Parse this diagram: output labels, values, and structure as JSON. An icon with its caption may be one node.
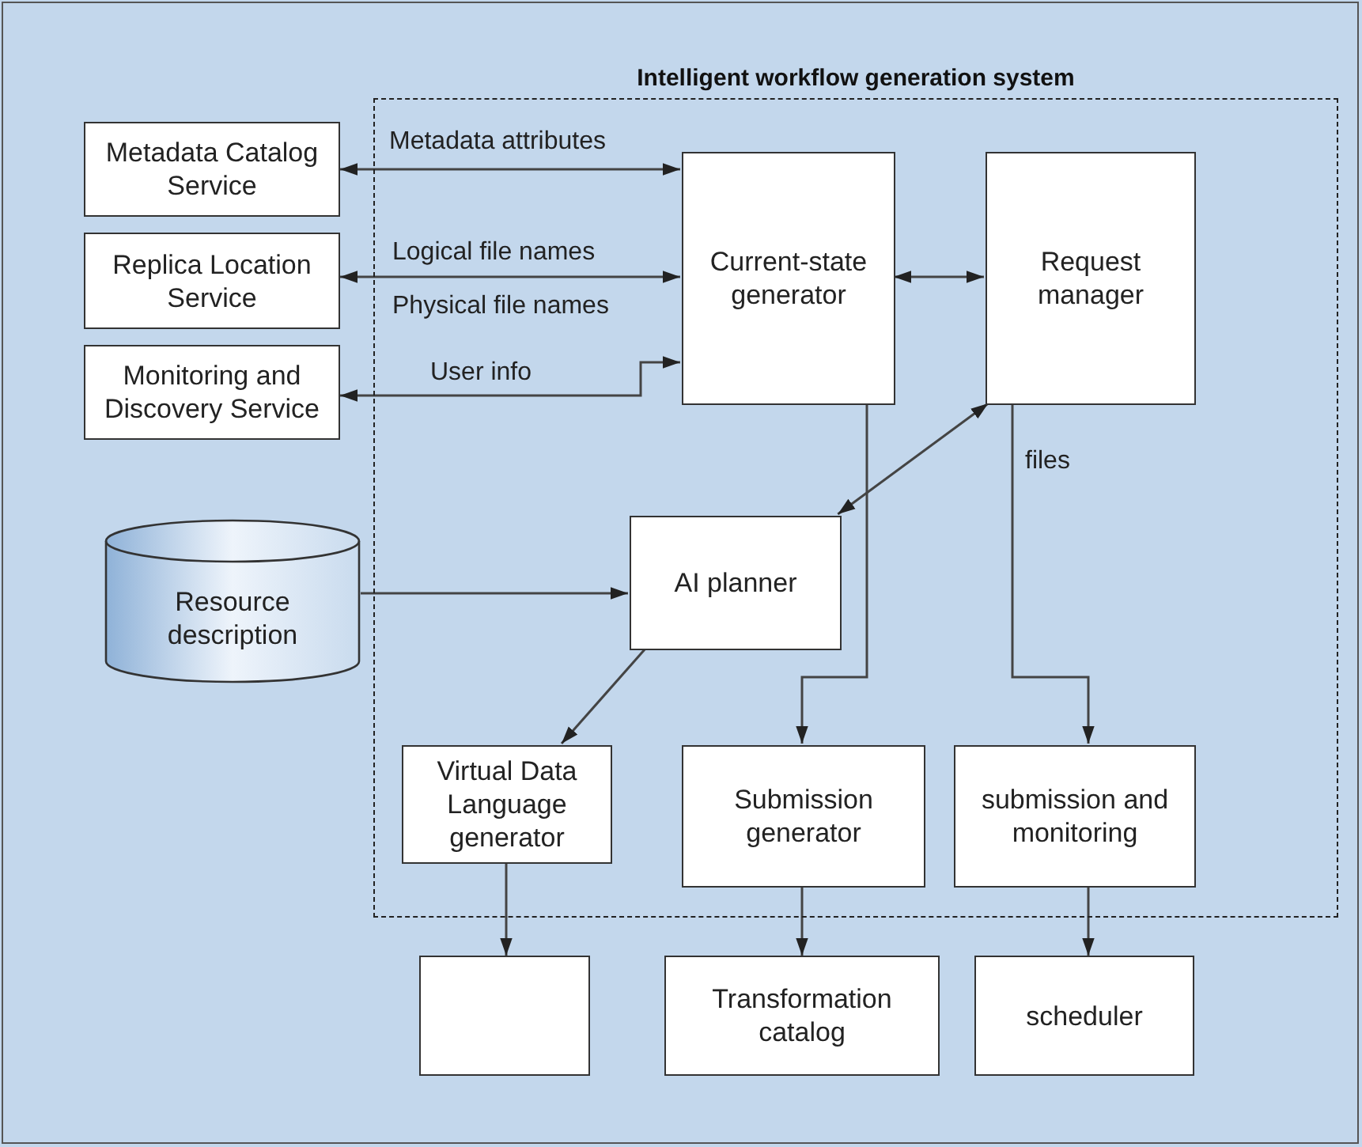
{
  "diagram": {
    "nodes": [
      {
        "text": [
          "Intelligent workflow generation system"
        ]
      },
      {
        "text": [
          "Metadata Catalog Service"
        ]
      },
      {
        "text": [
          "Replica Location Service"
        ]
      },
      {
        "text": [
          "Monitoring and Discovery Service"
        ]
      },
      {
        "text": [
          "Current-state generator"
        ],
        "in": 0
      },
      {
        "text": [
          "Request manager"
        ],
        "in": 0
      },
      {
        "text": [
          "Resource description"
        ]
      },
      {
        "text": [
          "AI planner"
        ],
        "in": 0
      },
      {
        "text": [
          "Virtual Data Language generator"
        ],
        "in": 0
      },
      {
        "text": [
          "Submission generator"
        ],
        "in": 0
      },
      {
        "text": [
          "submission and monitoring"
        ],
        "in": 0
      },
      {
        "text": [],
        "shape": "box"
      },
      {
        "text": [
          "Transformation catalog"
        ]
      },
      {
        "text": [
          "scheduler"
        ]
      }
    ],
    "edges": [
      {
        "from": 1,
        "to": 4,
        "arrow": "both",
        "label": "Metadata attributes"
      },
      {
        "from": 2,
        "to": 4,
        "arrow": "both",
        "label": "Logical file names"
      },
      {
        "from": 3,
        "to": 4,
        "arrow": "both",
        "label": "User info"
      },
      {
        "from": 4,
        "to": 5,
        "arrow": "both"
      },
      {
        "from": 5,
        "to": 7,
        "arrow": "both"
      },
      {
        "from": 6,
        "to": 7,
        "arrow": "to"
      },
      {
        "from": 7,
        "to": 8,
        "arrow": "to"
      },
      {
        "from": 4,
        "to": 9,
        "arrow": "to"
      },
      {
        "from": 5,
        "to": 10,
        "arrow": "to",
        "label": "files"
      },
      {
        "from": 8,
        "to": 11,
        "arrow": "to"
      },
      {
        "from": 9,
        "to": 12,
        "arrow": "to"
      },
      {
        "from": 10,
        "to": 13,
        "arrow": "to"
      }
    ],
    "labels": [
      "Physical file names"
    ]
  }
}
